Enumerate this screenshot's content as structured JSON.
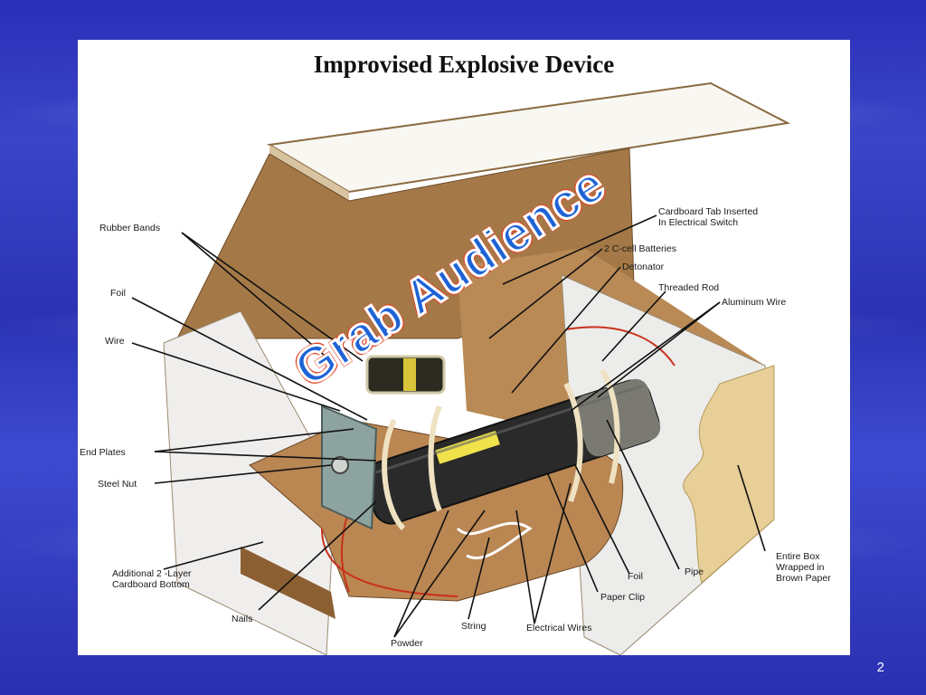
{
  "slide": {
    "title": "Improvised Explosive Device",
    "overlay_text": "Grab Audience",
    "page_number": "2"
  },
  "labels": {
    "rubber_bands": "Rubber Bands",
    "foil_left": "Foil",
    "wire": "Wire",
    "end_plates": "End Plates",
    "steel_nut": "Steel Nut",
    "cardboard_bottom": "Additional 2 -Layer\nCardboard Bottom",
    "nails": "Nails",
    "powder": "Powder",
    "string": "String",
    "electrical_wires": "Electrical Wires",
    "paper_clip": "Paper Clip",
    "foil_right": "Foil",
    "pipe": "Pipe",
    "brown_paper": "Entire Box\nWrapped in\nBrown Paper",
    "cardboard_tab": "Cardboard Tab Inserted\nIn Electrical Switch",
    "batteries": "2 C-cell Batteries",
    "detonator": "Detonator",
    "threaded_rod": "Threaded Rod",
    "aluminum_wire": "Aluminum Wire"
  },
  "colors": {
    "background": "#2b33b4",
    "overlay_fill": "#1e63d6",
    "overlay_outline": "#e04020",
    "cardboard": "#c0935d"
  }
}
